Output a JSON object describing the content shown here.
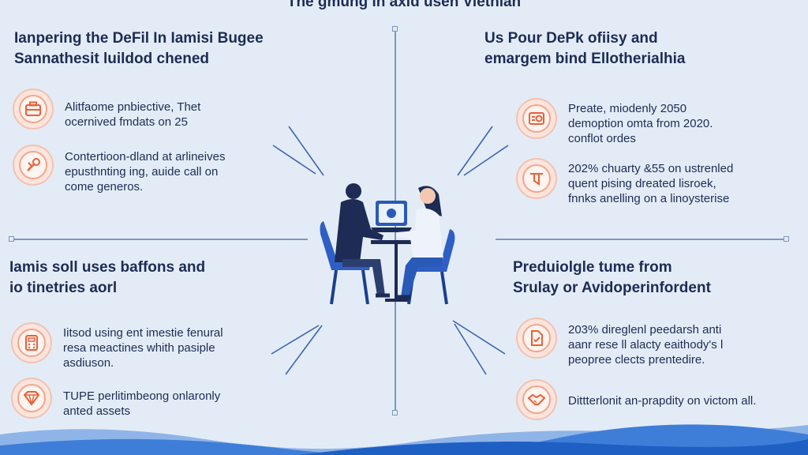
{
  "top_title": "The gmung in axid usen Vietnian",
  "sections": {
    "top_left": {
      "heading_lines": [
        "Ianpering the DeFil In Iamisi Bugee",
        "Sannathesit luildod chened"
      ],
      "items": [
        {
          "icon": "briefcase-icon",
          "lines": [
            "Alitfaome pnbiective,  Thet",
            "ocernived fmdats on 25"
          ]
        },
        {
          "icon": "wrench-icon",
          "lines": [
            "Contertioon-dland at arlineives",
            "epusthnting ing, auide call on",
            "come generos."
          ]
        }
      ]
    },
    "top_right": {
      "heading_lines": [
        "Us Pour DePk ofiisy and",
        "emargem bind Ellotherialhia"
      ],
      "items": [
        {
          "icon": "chart-icon",
          "lines": [
            "Preate, miodenly 2050",
            "demoption omta from 2020.",
            "conflot ordes"
          ]
        },
        {
          "icon": "pipe-icon",
          "lines": [
            "202% chuarty &55 on ustrenled",
            "quent pising dreated lisroek,",
            "fnnks anelling on a linoysterise"
          ]
        }
      ]
    },
    "bottom_left": {
      "heading_lines": [
        "Iamis soll uses baffons and",
        "io tinetries aorl"
      ],
      "items": [
        {
          "icon": "calculator-icon",
          "lines": [
            "Iitsod using ent imestie fenural",
            "resa meactines whith pasiple",
            "asdiuson."
          ]
        },
        {
          "icon": "diamond-icon",
          "lines": [
            "TUPE perlitimbeong onlaronly",
            "anted assets"
          ]
        }
      ]
    },
    "bottom_right": {
      "heading_lines": [
        "Preduiolgle tume from",
        "Srulay or Avidoperinfordent"
      ],
      "items": [
        {
          "icon": "document-icon",
          "lines": [
            "203% direglenl peedarsh anti",
            "aanr rese ll alacty eaithody's l",
            "peopree clects prentedire."
          ]
        },
        {
          "icon": "handshake-icon",
          "lines": [
            "Dittterlonit an-prapdity on victom all."
          ]
        }
      ]
    }
  },
  "colors": {
    "background": "#e3ecf6",
    "text": "#1d2b55",
    "accent_orange": "#e8603a",
    "badge_fill": "#fde4dc",
    "arrow": "#3d63b3",
    "wave_dark": "#1e5fc4",
    "wave_light": "#8fb4e8"
  }
}
